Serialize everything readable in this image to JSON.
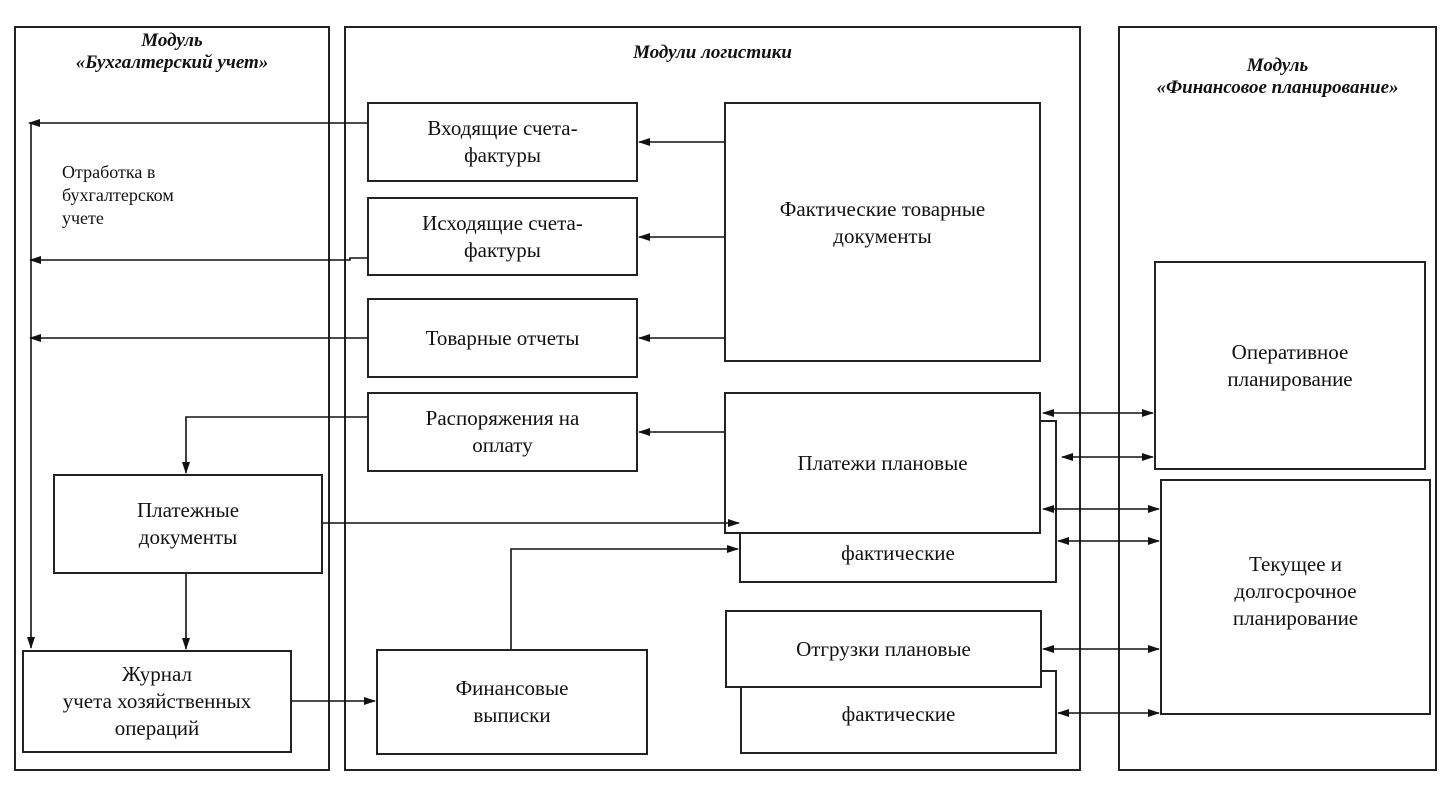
{
  "modules": {
    "accounting": {
      "line1": "Модуль",
      "line2": "«Бухгалтерский учет»"
    },
    "logistics": {
      "line1": "Модули логистики"
    },
    "finance": {
      "line1": "Модуль",
      "line2": "«Финансовое планирование»"
    }
  },
  "note": {
    "line1": "Отработка в",
    "line2": "бухгалтерском",
    "line3": "учете"
  },
  "boxes": {
    "incoming_invoices": {
      "line1": "Входящие счета-",
      "line2": "фактуры"
    },
    "outgoing_invoices": {
      "line1": "Исходящие счета-",
      "line2": "фактуры"
    },
    "goods_reports": {
      "line1": "Товарные отчеты"
    },
    "payment_orders": {
      "line1": "Распоряжения на",
      "line2": "оплату"
    },
    "actual_goods_docs": {
      "line1": "Фактические товарные",
      "line2": "документы"
    },
    "payments_planned": {
      "line1": "Платежи плановые"
    },
    "payments_actual": {
      "line1": "фактические"
    },
    "shipments_planned": {
      "line1": "Отгрузки плановые"
    },
    "shipments_actual": {
      "line1": "фактические"
    },
    "financial_statements": {
      "line1": "Финансовые",
      "line2": "выписки"
    },
    "payment_documents": {
      "line1": "Платежные",
      "line2": "документы"
    },
    "journal": {
      "line1": "Журнал",
      "line2": "учета хозяйственных",
      "line3": "операций"
    },
    "operational_planning": {
      "line1": "Оперативное",
      "line2": "планирование"
    },
    "current_longterm_planning": {
      "line1": "Текущее и",
      "line2": "долгосрочное",
      "line3": "планирование"
    }
  }
}
